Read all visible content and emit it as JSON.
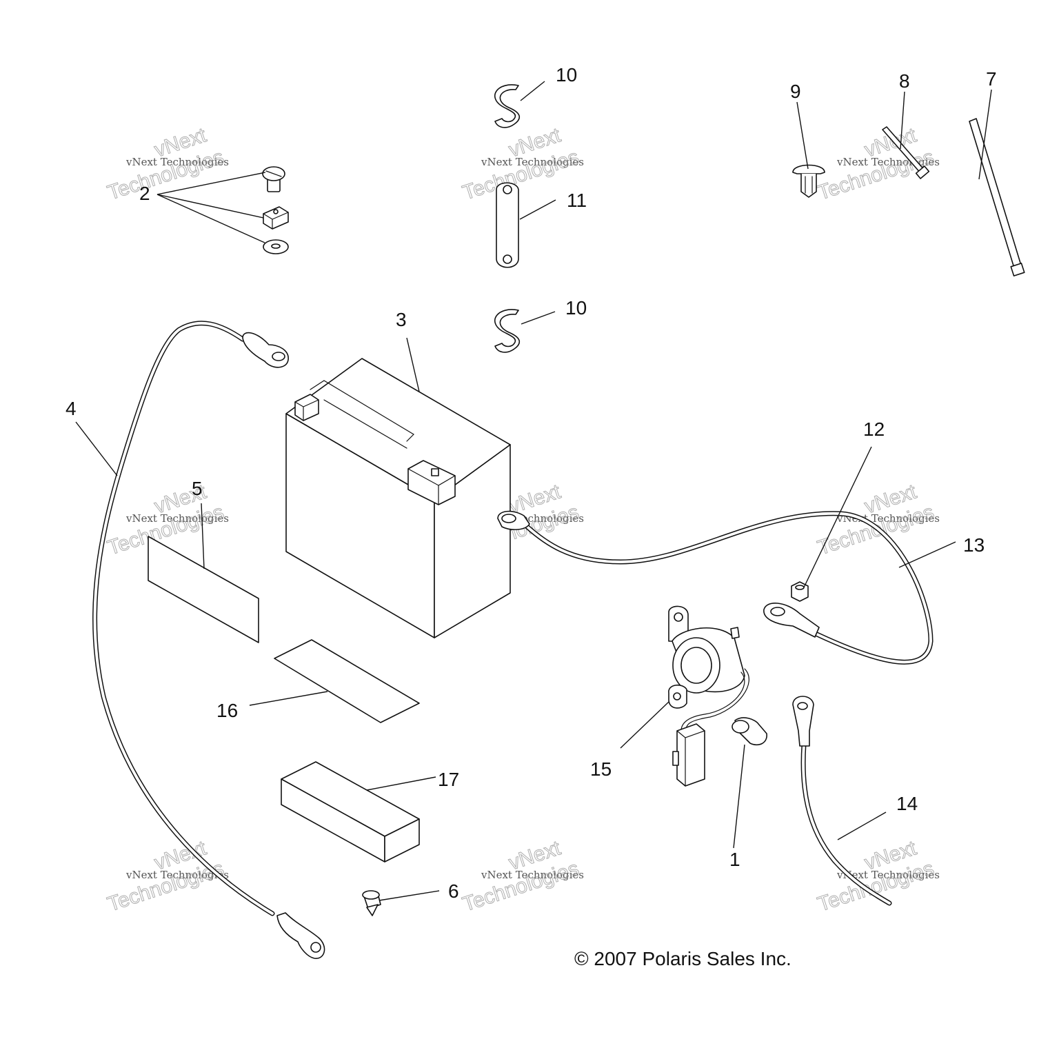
{
  "callouts": {
    "c1": "1",
    "c2": "2",
    "c3": "3",
    "c4": "4",
    "c5": "5",
    "c6": "6",
    "c7": "7",
    "c8": "8",
    "c9": "9",
    "c10a": "10",
    "c10b": "10",
    "c11": "11",
    "c12": "12",
    "c13": "13",
    "c14": "14",
    "c15": "15",
    "c16": "16",
    "c17": "17"
  },
  "watermark": {
    "line1": "vNext Technologies",
    "line2": "vNext",
    "line3": "Technologies"
  },
  "copyright": "© 2007 Polaris Sales Inc."
}
